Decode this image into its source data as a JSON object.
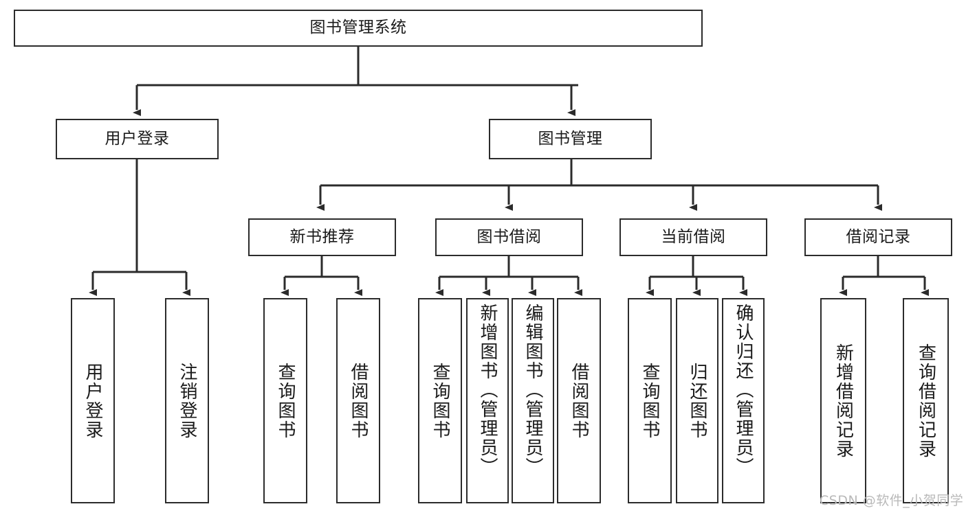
{
  "diagram": {
    "type": "tree",
    "title": "图书管理系统",
    "watermark": "CSDN @软件_小贺同学",
    "colors": {
      "background": "#ffffff",
      "box_border": "#2b2b2b",
      "connector": "#2b2b2b",
      "text": "#1a1a1a",
      "watermark": "#b9b9b9"
    },
    "nodes": {
      "root": {
        "label": "图书管理系统"
      },
      "level2": [
        {
          "label": "用户登录"
        },
        {
          "label": "图书管理"
        }
      ],
      "level3": [
        {
          "label": "新书推荐"
        },
        {
          "label": "图书借阅"
        },
        {
          "label": "当前借阅"
        },
        {
          "label": "借阅记录"
        }
      ],
      "leaves_user_login": [
        {
          "label": "用户登录"
        },
        {
          "label": "注销登录"
        }
      ],
      "leaves_new_book": [
        {
          "label": "查询图书"
        },
        {
          "label": "借阅图书"
        }
      ],
      "leaves_borrow": [
        {
          "label": "查询图书"
        },
        {
          "label": "新增图书（管理员）"
        },
        {
          "label": "编辑图书（管理员）"
        },
        {
          "label": "借阅图书"
        }
      ],
      "leaves_current": [
        {
          "label": "查询图书"
        },
        {
          "label": "归还图书"
        },
        {
          "label": "确认归还（管理员）"
        }
      ],
      "leaves_records": [
        {
          "label": "新增借阅记录"
        },
        {
          "label": "查询借阅记录"
        }
      ]
    }
  }
}
